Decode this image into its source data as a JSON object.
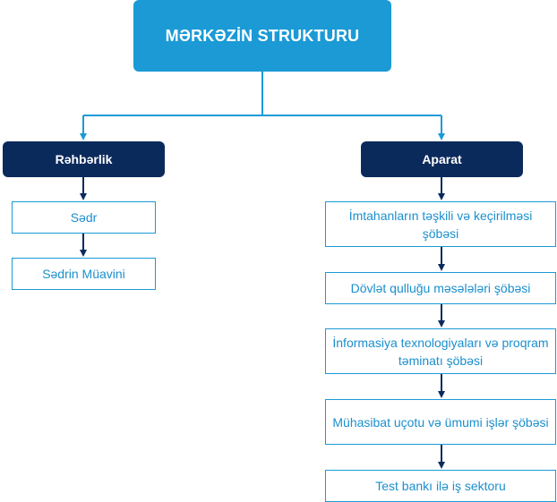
{
  "title": "MƏRKƏZİN STRUKTURU",
  "branches": [
    {
      "label": "Rəhbərlik",
      "items": [
        "Sədr",
        "Sədrin Müavini"
      ]
    },
    {
      "label": "Aparat",
      "items": [
        "İmtahanların təşkili və keçirilməsi şöbəsi",
        "Dövlət qulluğu məsələləri şöbəsi",
        "İnformasiya texnologiyaları və proqram təminatı şöbəsi",
        "Mühasibat uçotu və ümumi işlər şöbəsi",
        "Test bankı ilə iş sektoru"
      ]
    }
  ],
  "colors": {
    "title_bg": "#1b9ad6",
    "branch_bg": "#0b2a5c",
    "node_border": "#1b9ad6",
    "node_text": "#1b8fcd",
    "connector_top": "#1b9ad6",
    "connector_branch": "#0b2a5c"
  }
}
